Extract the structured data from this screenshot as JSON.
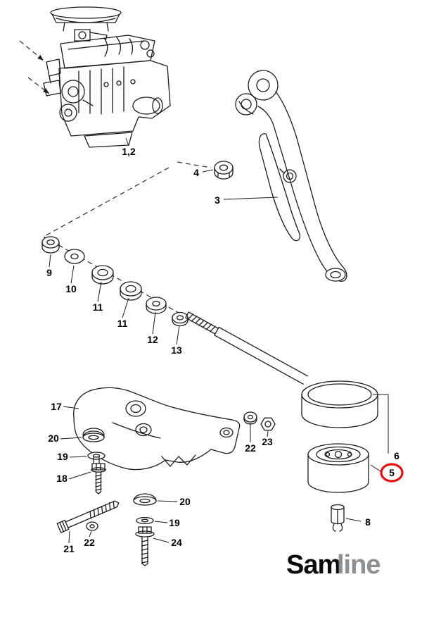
{
  "diagram": {
    "highlight_color": "#e40f0f",
    "line_color": "#1a1a1a",
    "labels": {
      "engine": "1,2",
      "bracket3": "3",
      "nut4": "4",
      "mount5": "5",
      "cup6": "6",
      "pin8": "8",
      "nut9": "9",
      "washer10": "10",
      "bushing11a": "11",
      "bushing11b": "11",
      "washer12": "12",
      "washer13": "13",
      "bracket17": "17",
      "bolt18": "18",
      "washer19_left": "19",
      "washer20_left": "20",
      "bolt21": "21",
      "washer22_left": "22",
      "washer22_right": "22",
      "nut23": "23",
      "bolt24": "24",
      "washer19_bottom": "19",
      "washer20_bottom": "20"
    }
  },
  "logo": {
    "text_black": "Sam",
    "text_gray": "line",
    "black_color": "#0b0b0b",
    "gray_color": "#8b9094"
  }
}
